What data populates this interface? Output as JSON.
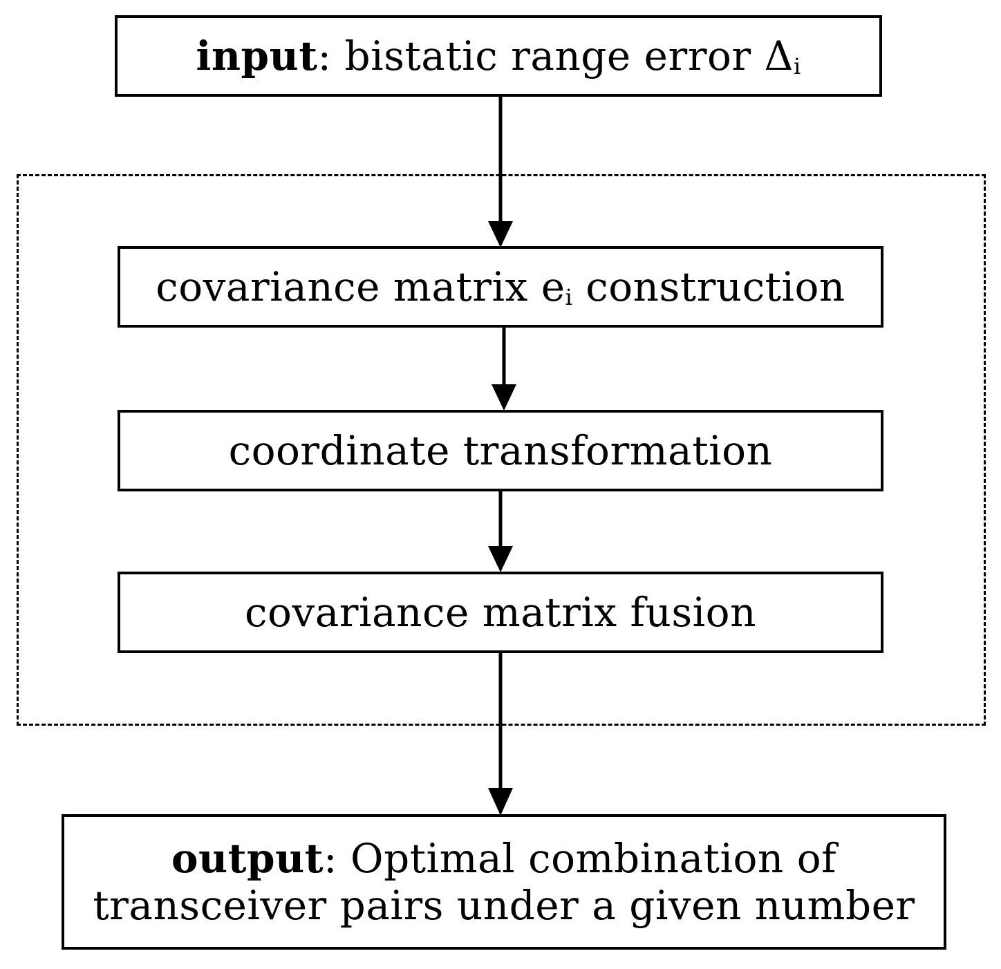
{
  "input": {
    "keyword": "input",
    "separator": ": ",
    "text": "bistatic range error ",
    "symbol": "Δ",
    "subscript": "i"
  },
  "steps": {
    "covariance_construction": {
      "before": "covariance matrix e",
      "subscript": "i",
      "after": " construction"
    },
    "coordinate_transformation": "coordinate transformation",
    "covariance_fusion": "covariance matrix fusion"
  },
  "output": {
    "keyword": "output",
    "separator": ": ",
    "line1": "Optimal combination of",
    "line2": "transceiver pairs under a given number"
  }
}
